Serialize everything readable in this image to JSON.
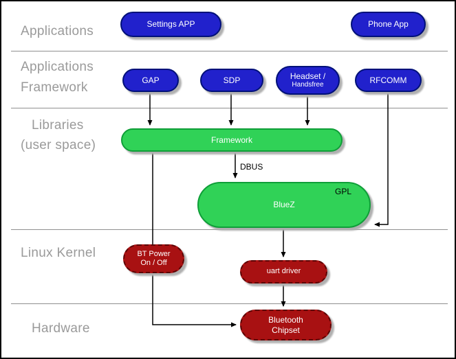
{
  "layers": {
    "applications": "Applications",
    "app_framework_line1": "Applications",
    "app_framework_line2": "Framework",
    "libraries_line1": "Libraries",
    "libraries_line2": "(user space)",
    "linux_kernel": "Linux Kernel",
    "hardware": "Hardware"
  },
  "nodes": {
    "settings_app": "Settings APP",
    "phone_app": "Phone App",
    "gap": "GAP",
    "sdp": "SDP",
    "headset_line1": "Headset /",
    "headset_line2": "Handsfree",
    "rfcomm": "RFCOMM",
    "framework": "Framework",
    "bluez": "BlueZ",
    "gpl_label": "GPL",
    "bt_power_line1": "BT Power",
    "bt_power_line2": "On / Off",
    "uart_driver": "uart driver",
    "chipset_line1": "Bluetooth",
    "chipset_line2": "Chipset"
  },
  "edges": {
    "dbus_label": "DBUS"
  },
  "colors": {
    "application_node": "#2121CC",
    "userspace_node": "#30D257",
    "kernel_node": "#A81112",
    "layer_label": "#9A9A9A",
    "shadow": "#B0B0B0",
    "divider": "#8F8F8F"
  }
}
